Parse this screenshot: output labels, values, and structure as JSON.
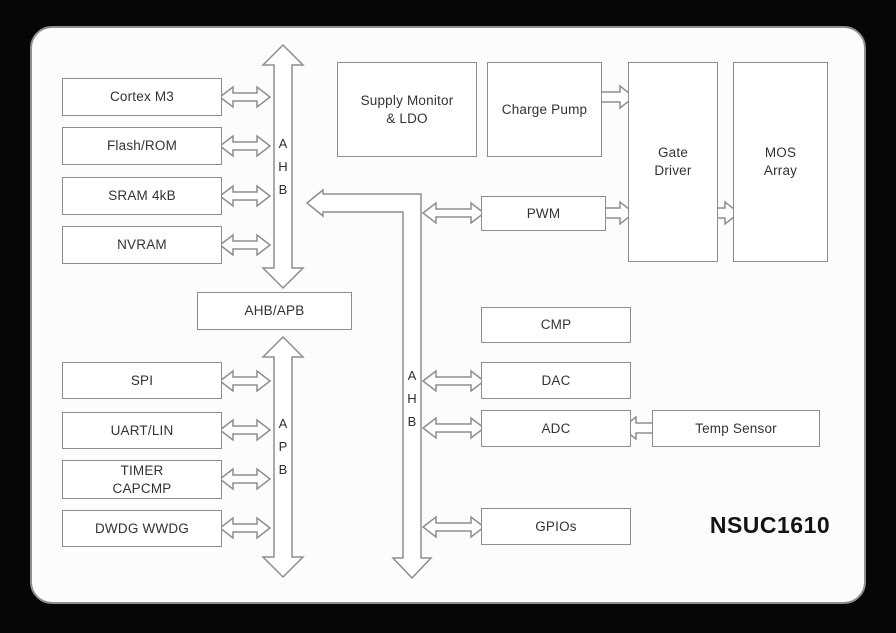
{
  "chip_label": "NSUC1610",
  "buses": {
    "ahb_left": "A\nH\nB",
    "apb": "A\nP\nB",
    "ahb_right": "A\nH\nB"
  },
  "blocks": {
    "cortex_m3": "Cortex M3",
    "flash_rom": "Flash/ROM",
    "sram": "SRAM 4kB",
    "nvram": "NVRAM",
    "ahb_apb": "AHB/APB",
    "spi": "SPI",
    "uart_lin": "UART/LIN",
    "timer_capcmp": "TIMER\nCAPCMP",
    "dwdg_wwdg": "DWDG WWDG",
    "supply_monitor_ldo": "Supply Monitor\n& LDO",
    "charge_pump": "Charge Pump",
    "gate_driver": "Gate\nDriver",
    "mos_array": "MOS\nArray",
    "pwm": "PWM",
    "cmp": "CMP",
    "dac": "DAC",
    "adc": "ADC",
    "temp_sensor": "Temp Sensor",
    "gpios": "GPIOs"
  }
}
